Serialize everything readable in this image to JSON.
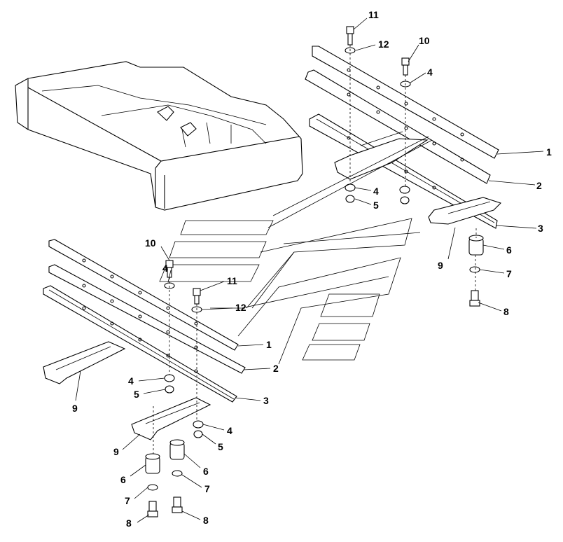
{
  "callouts": {
    "c11a": "11",
    "c12a": "12",
    "c10a": "10",
    "c4a": "4",
    "c1a": "1",
    "c2a": "2",
    "c3a": "3",
    "c4b": "4",
    "c5a": "5",
    "c6a": "6",
    "c9a": "9",
    "c7a": "7",
    "c8a": "8",
    "c10b": "10",
    "c4c": "4",
    "c11b": "11",
    "c12b": "12",
    "c1b": "1",
    "c2b": "2",
    "c3b": "3",
    "c4d": "4",
    "c5b": "5",
    "c9b": "9",
    "c4e": "4",
    "c5c": "5",
    "c9c": "9",
    "c6b": "6",
    "c6c": "6",
    "c7b": "7",
    "c7c": "7",
    "c8b": "8",
    "c8c": "8"
  }
}
